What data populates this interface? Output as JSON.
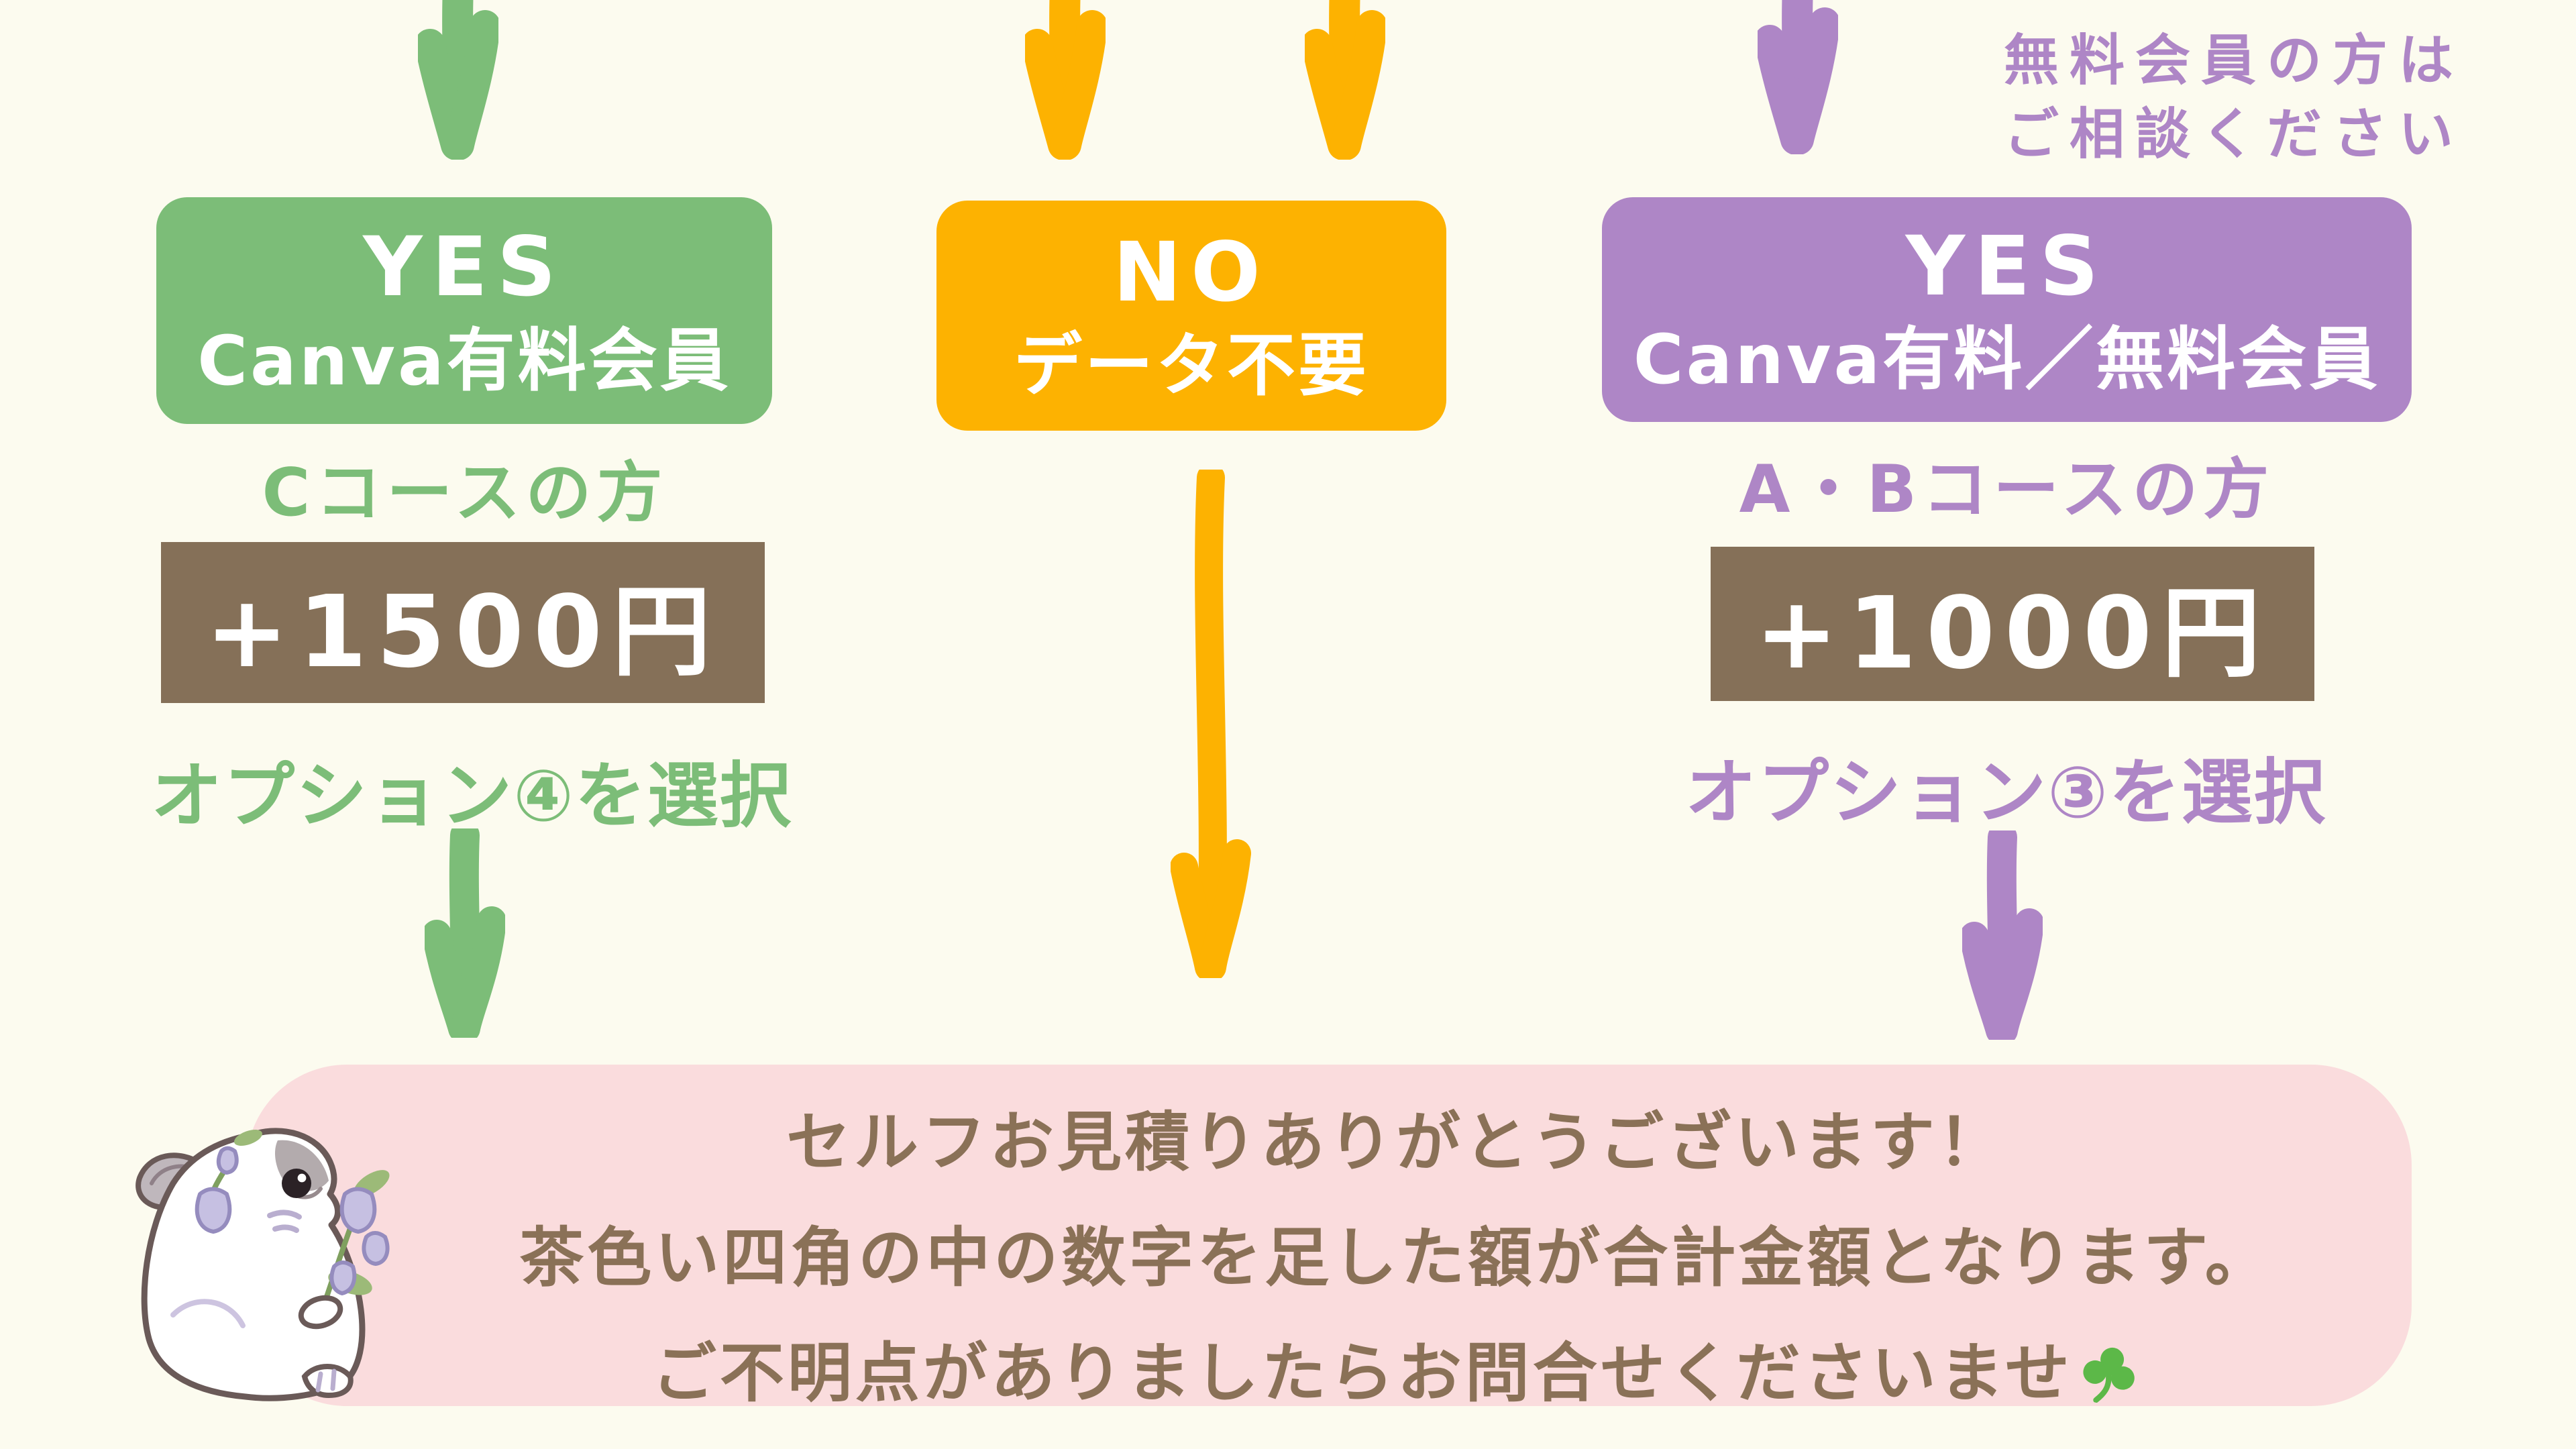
{
  "canvas": {
    "background": "#FCFBEF"
  },
  "palette": {
    "green": "#7CBD78",
    "orange": "#FDB201",
    "purple": "#AE86C6",
    "brown_box": "#857058",
    "pink_banner": "#FADCDD",
    "banner_text_brown": "#8A7157",
    "white": "#FFFFFF",
    "clover_green": "#5CB848"
  },
  "left_branch": {
    "arrow_icon": "green-down-arrow",
    "decision_box": {
      "line1": "YES",
      "line2": "Canva有料会員"
    },
    "course_label": "Cコースの方",
    "price_box": {
      "amount": "+1500円"
    },
    "option_label": "オプション④を選択",
    "exit_arrow_icon": "green-down-arrow"
  },
  "middle_branch": {
    "arrow_icon_left": "orange-down-arrow",
    "arrow_icon_right": "orange-down-arrow",
    "decision_box": {
      "line1": "NO",
      "line2": "データ不要"
    },
    "exit_arrow_icon": "orange-long-down-arrow"
  },
  "right_branch": {
    "arrow_icon": "purple-down-arrow",
    "note": {
      "line1": "無料会員の方は",
      "line2": "ご相談ください"
    },
    "decision_box": {
      "line1": "YES",
      "line2": "Canva有料／無料会員"
    },
    "course_label": "A・Bコースの方",
    "price_box": {
      "amount": "+1000円"
    },
    "option_label": "オプション③を選択",
    "exit_arrow_icon": "purple-down-arrow"
  },
  "footer": {
    "line1": "セルフお見積りありがとうございます！",
    "line2": "茶色い四角の中の数字を足した額が合計金額となります。",
    "line3": "ご不明点がありましたらお問合せくださいませ",
    "clover_icon": "shamrock",
    "rabbit_icon": "rabbit-with-bellflowers"
  }
}
